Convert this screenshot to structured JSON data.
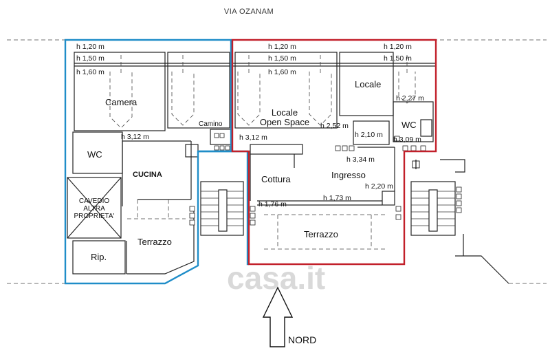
{
  "street": "VIA OZANAM",
  "north_label": "NORD",
  "watermark": "casa.it",
  "colors": {
    "blue": "#1f8dc8",
    "red": "#c2202a",
    "walls": "#222222"
  },
  "rooms": {
    "camera": "Camera",
    "wc_left": "WC",
    "cucina": "CUCINA",
    "cavedio": [
      "CAVEDIO",
      "ALTRA",
      "PROPRIETA'"
    ],
    "terrazzo_left": "Terrazzo",
    "rip": "Rip.",
    "camino": "Camino",
    "locale_open": [
      "Locale",
      "Open Space"
    ],
    "locale_right": "Locale",
    "wc_right": "WC",
    "cottura": "Cottura",
    "ingresso": "Ingresso",
    "terrazzo_right": "Terrazzo"
  },
  "heights": {
    "left_120": "h 1,20 m",
    "left_150": "h 1,50 m",
    "left_160": "h 1,60 m",
    "left_312": "h 3,12 m",
    "mid_120": "h 1,20 m",
    "mid_150": "h 1,50 m",
    "mid_160": "h 1,60 m",
    "mid_312": "h 3,12 m",
    "right_120": "h 1,20 m",
    "right_150": "h 1,50 m",
    "h_227": "h 2,27 m",
    "h_252": "h 2,52 m",
    "h_210": "h 2,10 m",
    "h_309": "h 3,09 m",
    "h_334": "h 3,34 m",
    "h_220": "h 2,20 m",
    "h_176": "h 1,76 m",
    "h_173": "h 1,73 m"
  }
}
